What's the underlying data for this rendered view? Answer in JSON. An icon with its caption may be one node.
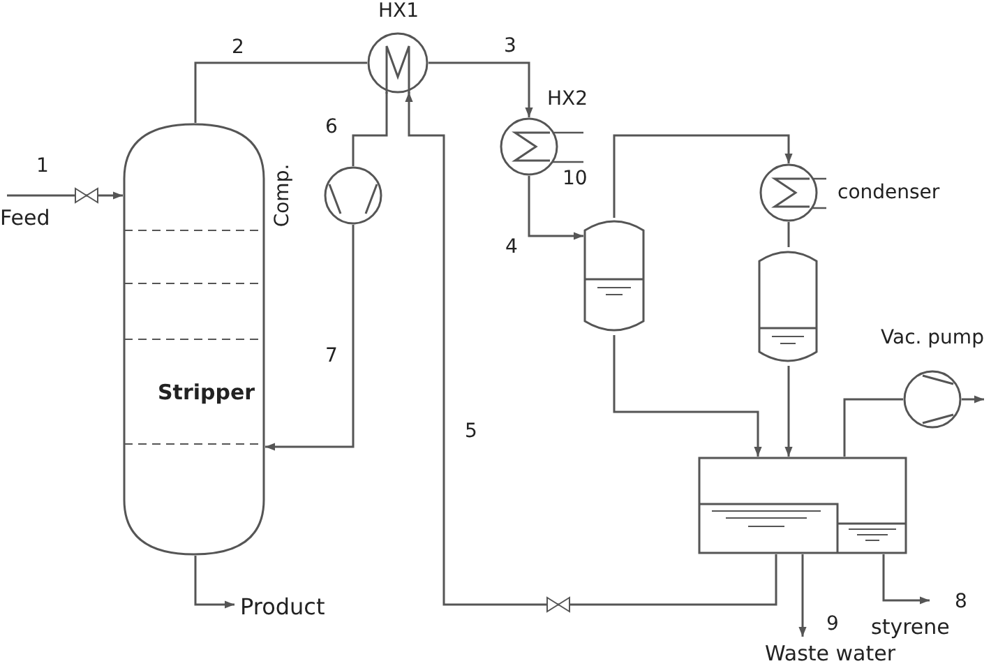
{
  "diagram": {
    "nodes": [
      {
        "text": [
          "Stripper"
        ]
      },
      {
        "text": [
          "HX1"
        ]
      },
      {
        "text": [
          "Comp."
        ]
      },
      {
        "text": [
          "HX2"
        ]
      },
      {
        "text": [],
        "shape": "cylinder"
      },
      {
        "text": [
          "condenser"
        ]
      },
      {
        "text": [],
        "shape": "cylinder"
      },
      {
        "text": [],
        "shape": "box"
      },
      {
        "text": [
          "Vac. pump"
        ]
      },
      {
        "text": [
          "Feed"
        ]
      },
      {
        "text": [
          "Product"
        ]
      },
      {
        "text": [
          "Waste water"
        ]
      },
      {
        "text": [
          "styrene"
        ]
      }
    ],
    "edges": [
      {
        "from": 9,
        "to": 0,
        "arrow": "to",
        "label": "1"
      },
      {
        "from": 0,
        "to": 1,
        "arrow": "none",
        "label": "2"
      },
      {
        "from": 1,
        "to": 3,
        "arrow": "to",
        "label": "3"
      },
      {
        "from": 1,
        "to": 2,
        "arrow": "none",
        "label": "6"
      },
      {
        "from": 2,
        "to": 0,
        "arrow": "to",
        "label": "7"
      },
      {
        "from": 7,
        "to": 1,
        "arrow": "to",
        "label": "5"
      },
      {
        "from": 3,
        "to": 4,
        "arrow": "to",
        "label": "4"
      },
      {
        "from": 4,
        "to": 5,
        "arrow": "to"
      },
      {
        "from": 5,
        "to": 6,
        "arrow": "none"
      },
      {
        "from": 6,
        "to": 7,
        "arrow": "to"
      },
      {
        "from": 4,
        "to": 7,
        "arrow": "to"
      },
      {
        "from": 7,
        "to": 8,
        "arrow": "none"
      },
      {
        "from": 8,
        "to": null,
        "arrow": "to"
      },
      {
        "from": 0,
        "to": 10,
        "arrow": "to"
      },
      {
        "from": 7,
        "to": 11,
        "arrow": "to",
        "label": "9"
      },
      {
        "from": 7,
        "to": 12,
        "arrow": "to",
        "label": "8"
      }
    ],
    "labels": [
      "10"
    ]
  }
}
